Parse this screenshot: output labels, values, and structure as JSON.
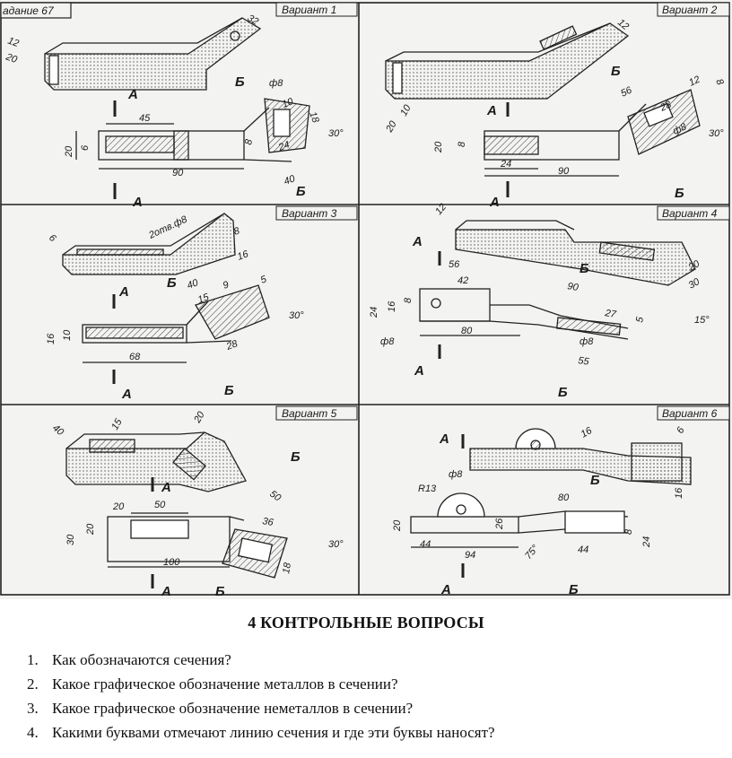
{
  "sheet": {
    "task_label": "адание 67",
    "variants": [
      {
        "title": "Вариант 1",
        "dims": [
          "12",
          "20",
          "32",
          "45",
          "20",
          "6",
          "90",
          "40",
          "24",
          "10",
          "18",
          "8",
          "ф8",
          "30°"
        ],
        "section_letters": [
          "А",
          "Б",
          "А",
          "Б"
        ]
      },
      {
        "title": "Вариант 2",
        "dims": [
          "12",
          "10",
          "20",
          "20",
          "8",
          "24",
          "90",
          "56",
          "28",
          "12",
          "8",
          "ф8",
          "30°"
        ],
        "section_letters": [
          "А",
          "Б",
          "А",
          "Б"
        ]
      },
      {
        "title": "Вариант 3",
        "dims": [
          "6",
          "2отв.ф8",
          "8",
          "16",
          "40",
          "15",
          "5",
          "9",
          "16",
          "10",
          "68",
          "28",
          "30°"
        ],
        "section_letters": [
          "А",
          "Б",
          "А",
          "Б"
        ]
      },
      {
        "title": "Вариант 4",
        "dims": [
          "12",
          "56",
          "42",
          "24",
          "16",
          "8",
          "ф8",
          "80",
          "90",
          "27",
          "5",
          "15°",
          "ф8",
          "55",
          "20",
          "30"
        ],
        "section_letters": [
          "А",
          "Б",
          "А",
          "Б"
        ]
      },
      {
        "title": "Вариант 5",
        "dims": [
          "40",
          "15",
          "20",
          "20",
          "50",
          "30",
          "20",
          "100",
          "50",
          "36",
          "18",
          "30°"
        ],
        "section_letters": [
          "А",
          "Б",
          "А",
          "Б"
        ]
      },
      {
        "title": "Вариант 6",
        "dims": [
          "16",
          "6",
          "16",
          "ф8",
          "R13",
          "80",
          "20",
          "26",
          "8",
          "24",
          "44",
          "94",
          "75°",
          "44"
        ],
        "section_letters": [
          "А",
          "Б",
          "А",
          "Б"
        ]
      }
    ]
  },
  "questions": {
    "title": "4 КОНТРОЛЬНЫЕ ВОПРОСЫ",
    "items": [
      {
        "num": "1.",
        "text": "Как обозначаются сечения?"
      },
      {
        "num": "2.",
        "text": "Какое графическое обозначение металлов в сечении?"
      },
      {
        "num": "3.",
        "text": "Какое графическое обозначение неметаллов в сечении?"
      },
      {
        "num": "4.",
        "text": "Какими буквами отмечают линию сечения и где эти буквы наносят?"
      }
    ]
  }
}
